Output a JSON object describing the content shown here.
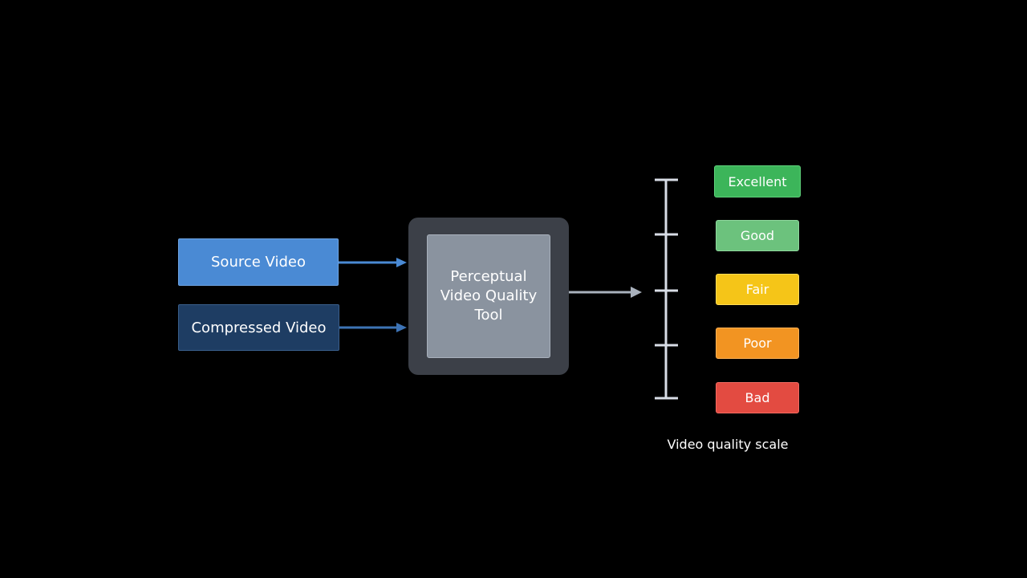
{
  "diagram": {
    "inputs": [
      {
        "label": "Source Video",
        "color": "#4a8ad4"
      },
      {
        "label": "Compressed Video",
        "color": "#1e3d63"
      }
    ],
    "tool": {
      "label_lines": [
        "Perceptual",
        "Video Quality",
        "Tool"
      ],
      "outer_color": "#3c4048",
      "inner_color": "#8a939f"
    },
    "arrow_color_inputs": "#4a8ad4",
    "arrow_color_output": "#a9b1bc",
    "scale": {
      "caption": "Video quality scale",
      "line_color": "#d8dde6",
      "ratings": [
        {
          "label": "Excellent",
          "color": "#3cb55a"
        },
        {
          "label": "Good",
          "color": "#6cc27d"
        },
        {
          "label": "Fair",
          "color": "#f5c518"
        },
        {
          "label": "Poor",
          "color": "#f29422"
        },
        {
          "label": "Bad",
          "color": "#e34b41"
        }
      ]
    }
  }
}
